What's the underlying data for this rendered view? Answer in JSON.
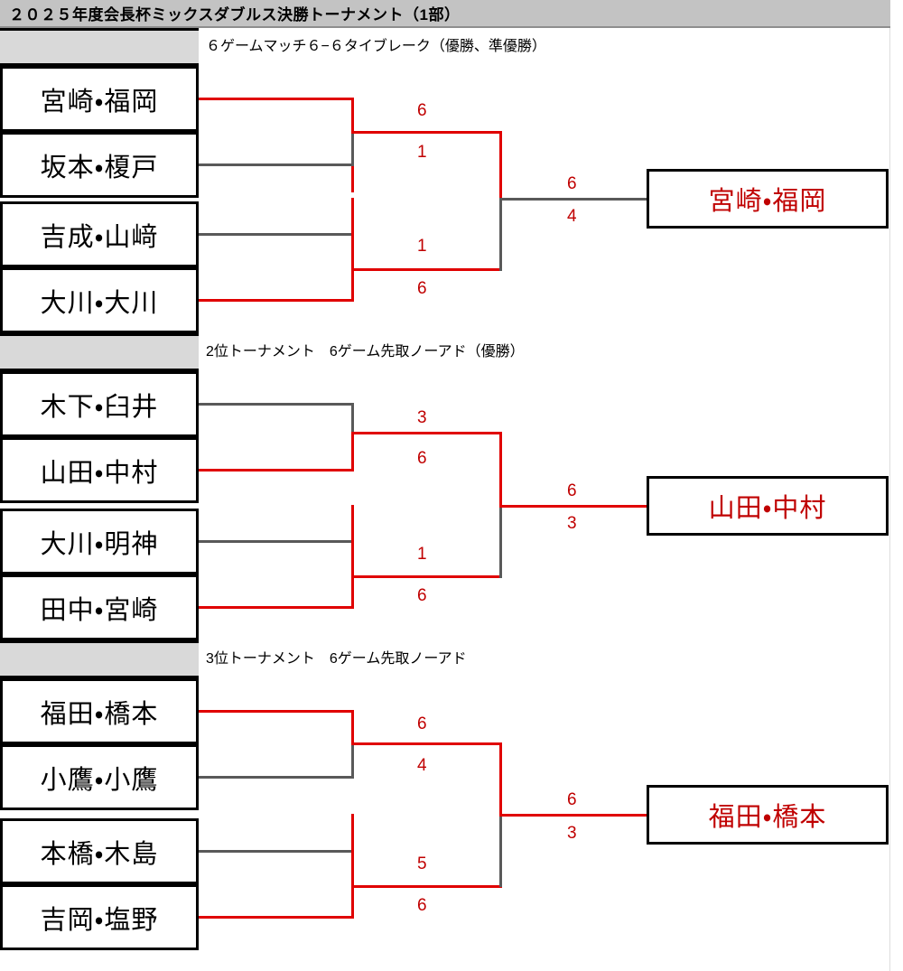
{
  "header": {
    "title": "２０２５年度会長杯ミックスダブルス決勝トーナメント（1部）"
  },
  "sections": [
    {
      "id": "main-tournament",
      "caption": "６ゲームマッチ６−６タイブレーク（優勝、準優勝）",
      "teams": [
        "宮崎・福岡",
        "坂本・榎戸",
        "吉成・山﨑",
        "大川・大川"
      ],
      "semifinals": [
        {
          "top_score": "6",
          "bottom_score": "1",
          "winner": "top"
        },
        {
          "top_score": "1",
          "bottom_score": "6",
          "winner": "bottom"
        }
      ],
      "final": {
        "top_score": "6",
        "bottom_score": "4",
        "winner": "top"
      },
      "winner": "宮崎・福岡"
    },
    {
      "id": "second-place-tournament",
      "caption": "2位トーナメント　6ゲーム先取ノーアド（優勝）",
      "teams": [
        "木下・臼井",
        "山田・中村",
        "大川・明神",
        "田中・宮崎"
      ],
      "semifinals": [
        {
          "top_score": "3",
          "bottom_score": "6",
          "winner": "bottom"
        },
        {
          "top_score": "1",
          "bottom_score": "6",
          "winner": "bottom"
        }
      ],
      "final": {
        "top_score": "6",
        "bottom_score": "3",
        "winner": "top"
      },
      "winner": "山田・中村"
    },
    {
      "id": "third-place-tournament",
      "caption": "3位トーナメント　6ゲーム先取ノーアド",
      "teams": [
        "福田・橋本",
        "小鷹・小鷹",
        "本橋・木島",
        "吉岡・塩野"
      ],
      "semifinals": [
        {
          "top_score": "6",
          "bottom_score": "4",
          "winner": "top"
        },
        {
          "top_score": "5",
          "bottom_score": "6",
          "winner": "bottom"
        }
      ],
      "final": {
        "top_score": "6",
        "bottom_score": "3",
        "winner": "top"
      },
      "winner": "福田・橋本"
    }
  ],
  "colors": {
    "win_red": "#e00000",
    "line_gray": "#595959",
    "title_bar": "#c3c3c3",
    "band_gray": "#d9d9d9"
  }
}
